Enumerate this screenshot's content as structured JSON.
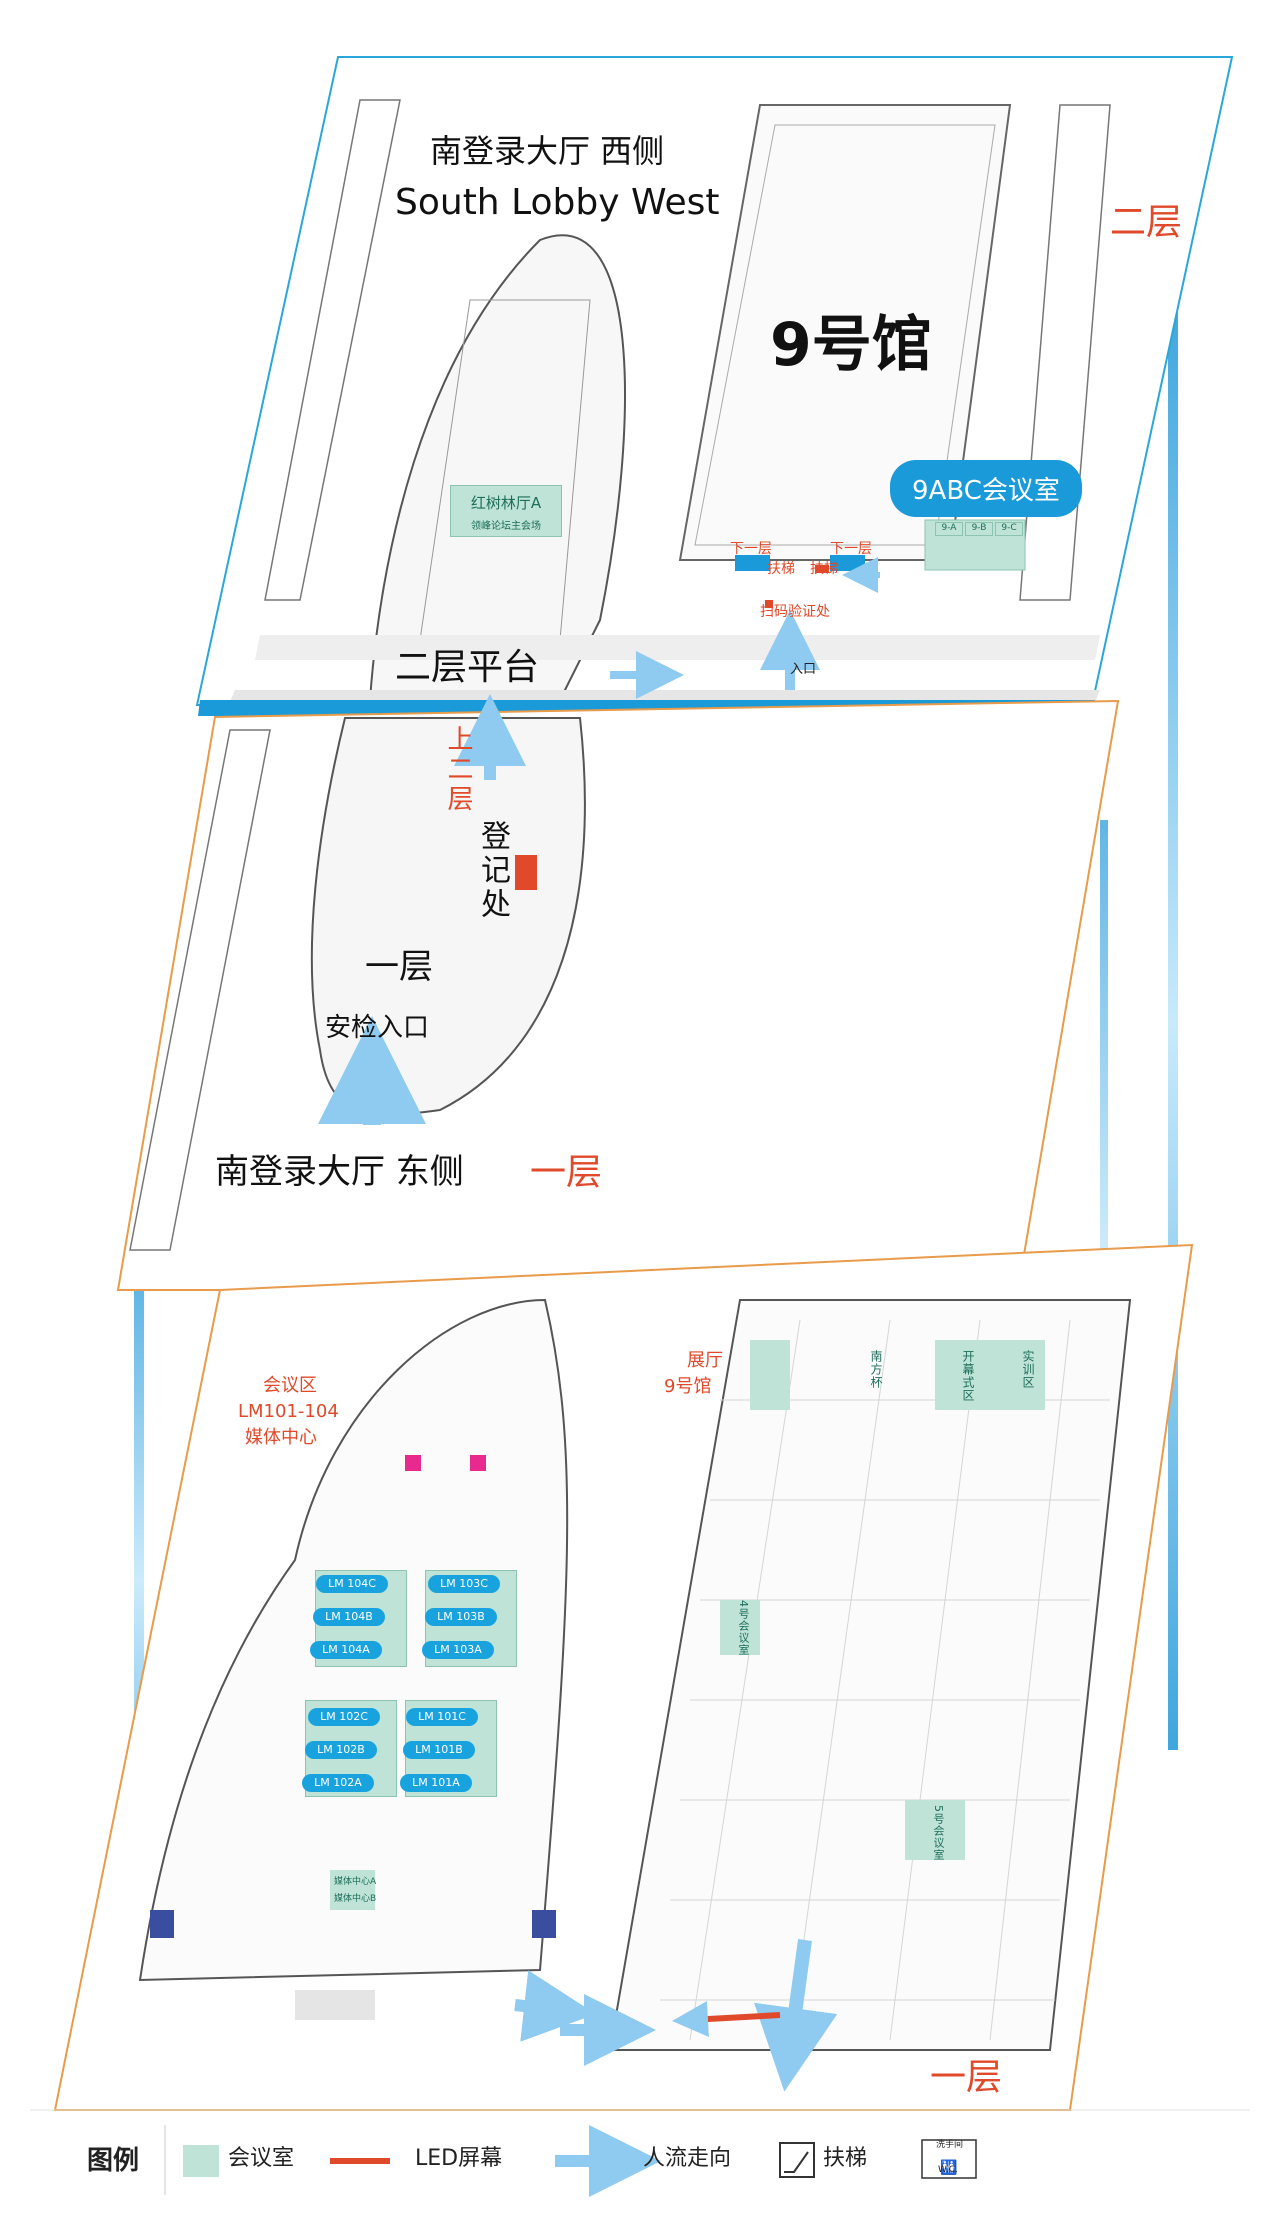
{
  "upper_level": {
    "lobby_title_cn": "南登录大厅 西侧",
    "lobby_title_en": "South Lobby West",
    "floor_label": "二层",
    "hall_label": "9号馆",
    "meeting_room_badge": "9ABC会议室",
    "hall_room_a": "9-A",
    "hall_room_b": "9-B",
    "hall_room_c": "9-C",
    "mangrove_hall": "红树林厅A",
    "mangrove_sub": "领峰论坛主会场",
    "down_1_left": "下一层",
    "down_1_right": "下一层",
    "escalator_left": "扶梯",
    "escalator_right": "扶梯",
    "scan_verify": "扫码验证处",
    "entrance": "入口",
    "platform": "二层平台"
  },
  "middle_level": {
    "up_label": "上二层",
    "registration": "登记处",
    "floor_label": "一层",
    "security_entrance": "安检入口",
    "lobby_title": "南登录大厅 东侧",
    "floor_label_red": "一层"
  },
  "lower_level": {
    "meeting_zone_title": "会议区",
    "meeting_zone_rooms": "LM101-104",
    "media_center": "媒体中心",
    "exhibition_title": "展厅",
    "exhibition_hall": "9号馆",
    "rooms": [
      "LM 104C",
      "LM 103C",
      "LM 104B",
      "LM 103B",
      "LM 104A",
      "LM 103A",
      "LM 102C",
      "LM 101C",
      "LM 102B",
      "LM 101B",
      "LM 102A",
      "LM 101A"
    ],
    "media_center_a": "媒体中心A",
    "media_center_b": "媒体中心B",
    "hall_zone_1": "南方杯",
    "hall_zone_2": "开幕式区",
    "hall_zone_3": "实训区",
    "hall_zone_4": "4号会议室",
    "hall_zone_5": "5号会议室",
    "floor_label": "一层"
  },
  "legend": {
    "title": "图例",
    "meeting_room": "会议室",
    "led_screen": "LED屏幕",
    "people_flow": "人流走向",
    "escalator": "扶梯",
    "restroom_cn": "洗手间",
    "restroom_en": "W.C."
  },
  "colors": {
    "upper_border": "#2aa7d9",
    "middle_border": "#e89b4a",
    "lower_border": "#e89b4a",
    "meeting_room": "#bfe3d6",
    "led": "#e0492a",
    "flow_arrow": "#8fcaf0",
    "badge": "#1a9ad9"
  }
}
